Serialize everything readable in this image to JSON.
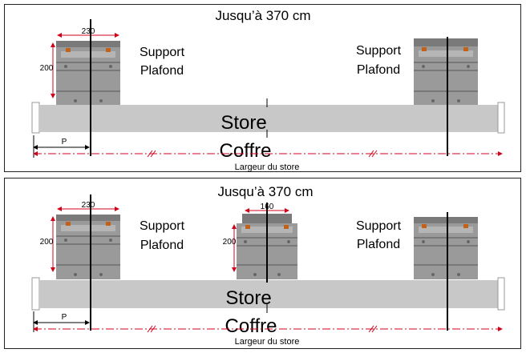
{
  "panels": [
    {
      "title": "Jusqu’à 370 cm",
      "supports": [
        {
          "line1": "Support",
          "line2": "Plafond"
        },
        {
          "line1": "Support",
          "line2": "Plafond"
        }
      ],
      "store_line1": "Store",
      "store_line2": "Coffre",
      "dim_width": "230",
      "dim_height": "200",
      "dim_p": "P",
      "width_label": "Largeur du store"
    },
    {
      "title": "Jusqu’à 370 cm",
      "supports": [
        {
          "line1": "Support",
          "line2": "Plafond"
        },
        {
          "line1": "Support",
          "line2": "Plafond"
        }
      ],
      "store_line1": "Store",
      "store_line2": "Coffre",
      "dim_width": "230",
      "dim_width_center": "160",
      "dim_height": "200",
      "dim_height_center": "200",
      "dim_p": "P",
      "width_label": "Largeur du store"
    }
  ],
  "colors": {
    "bracket": "#8a8a8a",
    "bracket_dark": "#5a5a5a",
    "box": "#c8c8c8",
    "dimension": "#d0021b",
    "line": "#000000"
  }
}
